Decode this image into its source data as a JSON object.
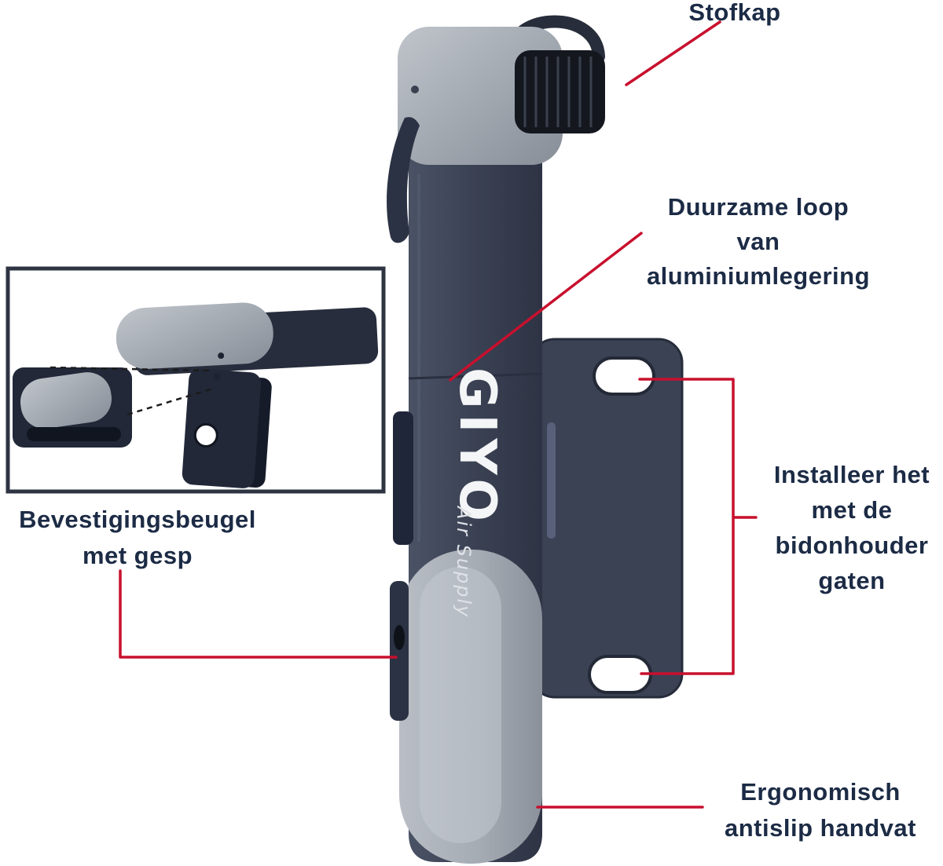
{
  "product": {
    "brand": "GIYO",
    "tagline": "Air Supply"
  },
  "callouts": {
    "dust_cap": {
      "label": "Stofkap"
    },
    "barrel": {
      "label": "Duurzame loop\nvan\naluminiumlegering"
    },
    "bottle_cage": {
      "label": "Installeer het\nmet de\nbidonhouder\ngaten"
    },
    "mount_bracket": {
      "label": "Bevestigingsbeugel\nmet gesp"
    },
    "handle": {
      "label": "Ergonomisch\nantislip handvat"
    }
  },
  "colors": {
    "accent_red": "#c8102e",
    "label_text": "#1c2b45",
    "body_dark": "#363d4e",
    "grip_gray": "#9aa1aa",
    "cap_black": "#14171e",
    "background": "#ffffff"
  }
}
